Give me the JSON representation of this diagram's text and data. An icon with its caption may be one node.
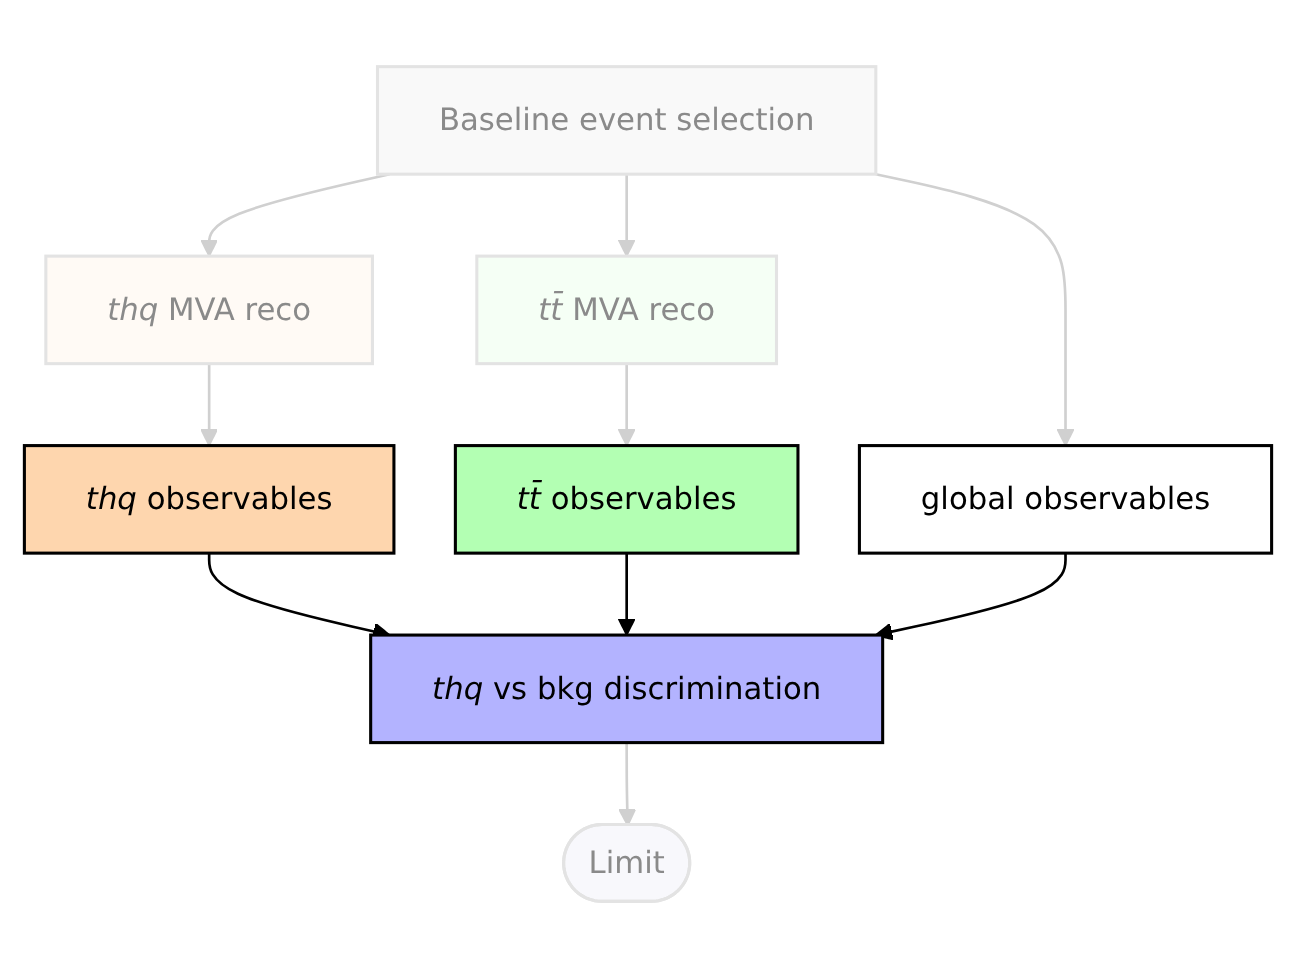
{
  "diagram": {
    "nodes": [
      {
        "text": [
          "Baseline event selection"
        ]
      },
      {
        "text": [
          "*thq* MVA reco"
        ]
      },
      {
        "text": [
          "*tt̄* MVA reco"
        ]
      },
      {
        "text": [
          "*thq* observables"
        ]
      },
      {
        "text": [
          "*tt̄* observables"
        ]
      },
      {
        "text": [
          "global observables"
        ]
      },
      {
        "text": [
          "*thq* vs bkg discrimination"
        ]
      },
      {
        "text": [
          "Limit"
        ]
      }
    ],
    "edges": [
      {
        "from": 0,
        "to": 1,
        "arrow": "to"
      },
      {
        "from": 0,
        "to": 2,
        "arrow": "to"
      },
      {
        "from": 0,
        "to": 5,
        "arrow": "to"
      },
      {
        "from": 1,
        "to": 3,
        "arrow": "to"
      },
      {
        "from": 2,
        "to": 4,
        "arrow": "to"
      },
      {
        "from": 3,
        "to": 6,
        "arrow": "to",
        "color": "#000000"
      },
      {
        "from": 4,
        "to": 6,
        "arrow": "to",
        "color": "#000000"
      },
      {
        "from": 5,
        "to": 6,
        "arrow": "to",
        "color": "#000000"
      },
      {
        "from": 6,
        "to": 7,
        "arrow": "to"
      }
    ]
  }
}
